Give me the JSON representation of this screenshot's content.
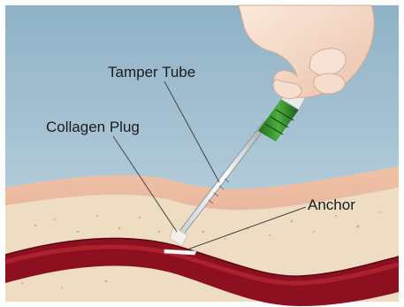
{
  "labels": {
    "tamper_tube": "Tamper Tube",
    "collagen_plug": "Collagen Plug",
    "anchor": "Anchor"
  },
  "colors": {
    "background_sky": "#a9c6d8",
    "skin_surface": "#e8b59a",
    "tissue": "#eedcc3",
    "vessel": "#8c1020",
    "vessel_lumen": "#b52632",
    "handle_green": "#2e8a2a",
    "hand": "#f4dcc8",
    "leader_line": "#444444"
  },
  "icons": [
    "hand-illustration",
    "tamper-tube-device",
    "collagen-plug",
    "anchor",
    "blood-vessel"
  ]
}
